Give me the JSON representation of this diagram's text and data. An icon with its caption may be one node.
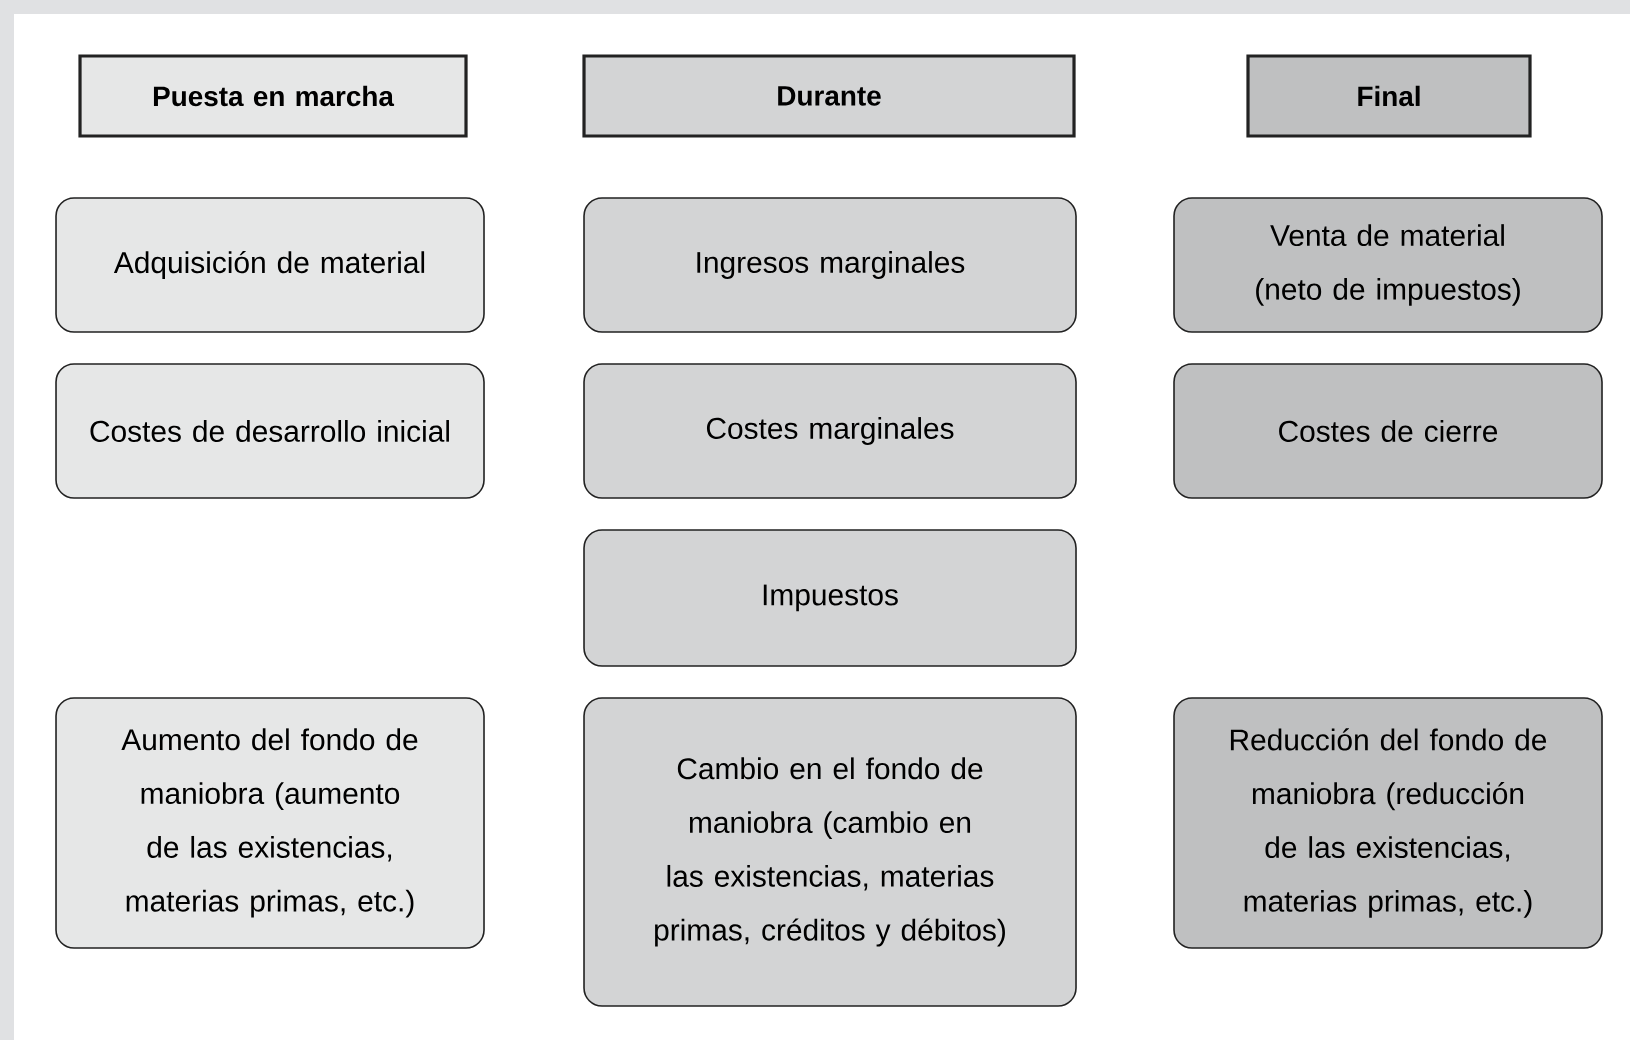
{
  "diagram": {
    "nodes": [
      {
        "text": [
          "Puesta en marcha"
        ]
      },
      {
        "text": [
          "Durante"
        ]
      },
      {
        "text": [
          "Final"
        ]
      },
      {
        "text": [
          "Adquisición de material"
        ]
      },
      {
        "text": [
          "Ingresos marginales"
        ]
      },
      {
        "text": [
          "Venta de material (neto de impuestos)"
        ]
      },
      {
        "text": [
          "Costes de desarrollo inicial"
        ]
      },
      {
        "text": [
          "Costes marginales"
        ]
      },
      {
        "text": [
          "Costes de cierre"
        ]
      },
      {
        "text": [
          "Impuestos"
        ]
      },
      {
        "text": [
          "Aumento del fondo de maniobra (aumento de las existencias, materias primas, etc.)"
        ]
      },
      {
        "text": [
          "Cambio en el fondo de maniobra (cambio en las existencias, materias primas, créditos y débitos)"
        ]
      },
      {
        "text": [
          "Reducción del fondo de maniobra (reducción de las existencias, materias primas, etc.)"
        ]
      }
    ]
  }
}
